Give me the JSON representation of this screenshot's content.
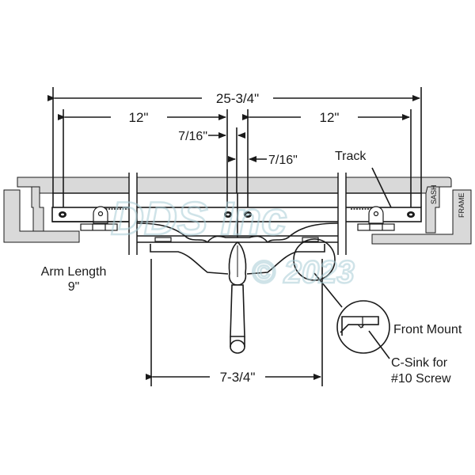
{
  "diagram": {
    "type": "technical-drawing",
    "subject": "dual-arm casement window operator with track",
    "dimensions": {
      "overall_width": "25-3/4\"",
      "left_span": "12\"",
      "right_span": "12\"",
      "center_offset_left": "7/16\"",
      "center_offset_right": "7/16\"",
      "base_width": "7-3/4\""
    },
    "labels": {
      "track": "Track",
      "sash": "SASH",
      "frame": "FRAME",
      "arm_length_title": "Arm Length",
      "arm_length_value": "9\"",
      "front_mount": "Front Mount",
      "csink_line1": "C-Sink for",
      "csink_line2": "#10 Screw"
    },
    "watermark": {
      "line1": "DDS Inc",
      "line2": "© 2023"
    },
    "colors": {
      "line": "#1a1a1a",
      "fill_gray": "#d9d9d9",
      "watermark": "#a9cdd6",
      "background": "#ffffff"
    }
  }
}
